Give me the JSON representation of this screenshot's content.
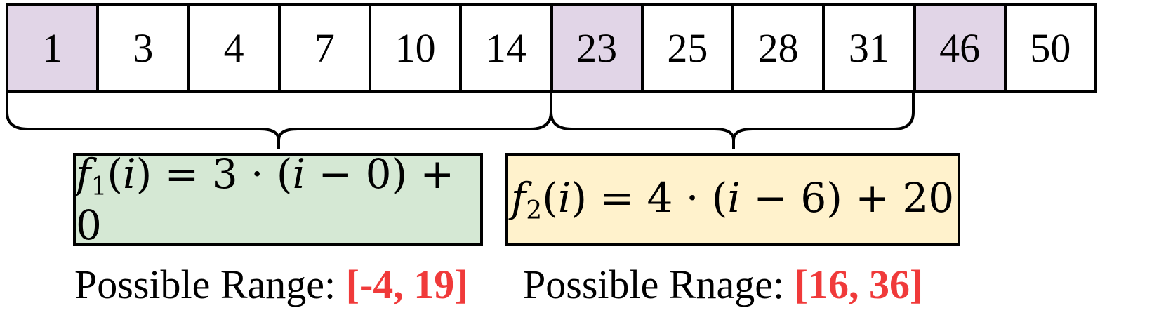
{
  "array": {
    "cells": [
      {
        "value": "1",
        "highlighted": true
      },
      {
        "value": "3",
        "highlighted": false
      },
      {
        "value": "4",
        "highlighted": false
      },
      {
        "value": "7",
        "highlighted": false
      },
      {
        "value": "10",
        "highlighted": false
      },
      {
        "value": "14",
        "highlighted": false
      },
      {
        "value": "23",
        "highlighted": true
      },
      {
        "value": "25",
        "highlighted": false
      },
      {
        "value": "28",
        "highlighted": false
      },
      {
        "value": "31",
        "highlighted": false
      },
      {
        "value": "46",
        "highlighted": true
      },
      {
        "value": "50",
        "highlighted": false
      }
    ],
    "highlight_color": "#e1d5e7"
  },
  "segments": [
    {
      "func_name": "f",
      "subscript": "1",
      "arg": "i",
      "expr_a": "= 3 · (",
      "expr_var": "i",
      "expr_b": " − 0) + 0",
      "box_color": "#d5e8d4",
      "range_label": "Possible Range: ",
      "range_value": "[-4, 19]"
    },
    {
      "func_name": "f",
      "subscript": "2",
      "arg": "i",
      "expr_a": "= 4 · (",
      "expr_var": "i",
      "expr_b": " − 6) + 20",
      "box_color": "#fff2cc",
      "range_label": "Possible Rnage: ",
      "range_value": "[16, 36]"
    }
  ],
  "colors": {
    "range_value": "#f03a3a",
    "border": "#000000"
  }
}
